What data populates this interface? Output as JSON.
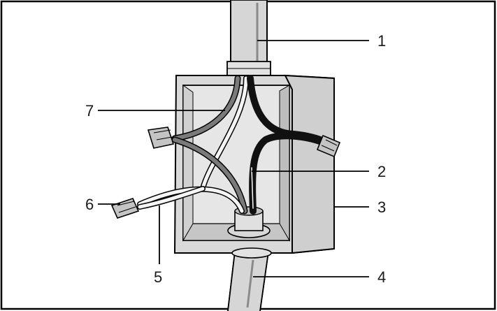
{
  "callouts": [
    {
      "number": "1"
    },
    {
      "number": "2"
    },
    {
      "number": "3"
    },
    {
      "number": "4"
    },
    {
      "number": "5"
    },
    {
      "number": "6"
    },
    {
      "number": "7"
    }
  ],
  "colors": {
    "frame": "#000000",
    "box_fill": "#d9d9d9",
    "box_face": "#cfcfcf",
    "box_inner": "#bdbdbd",
    "black_wire": "#111111",
    "white_wire": "#f5f5f5",
    "gray_wire": "#7a7a7a",
    "wire_nut": "#c4c4c4",
    "conduit": "#d6d6d6"
  }
}
